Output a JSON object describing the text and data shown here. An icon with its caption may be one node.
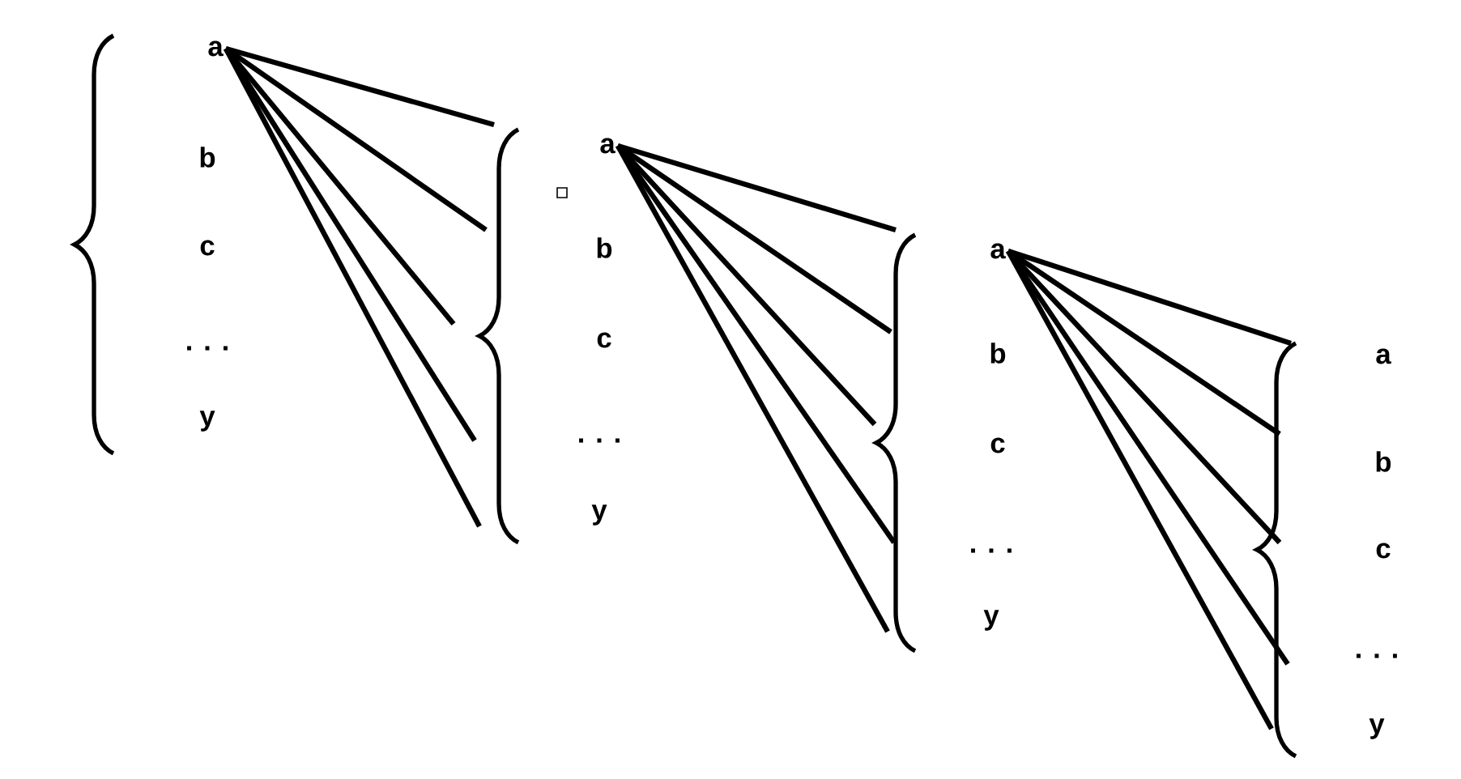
{
  "diagram": {
    "nodes": [
      {
        "text": [
          "a"
        ]
      },
      {
        "text": [
          "a"
        ]
      },
      {
        "text": [
          "a"
        ]
      },
      {
        "text": [],
        "shape": "brace"
      },
      {
        "text": [],
        "shape": "brace"
      },
      {
        "text": [],
        "shape": "brace"
      },
      {
        "text": [],
        "shape": "brace"
      }
    ],
    "edges": [
      {
        "from": 0,
        "to": 4,
        "arrow": "none"
      },
      {
        "from": 0,
        "to": 4,
        "arrow": "none"
      },
      {
        "from": 0,
        "to": 4,
        "arrow": "none"
      },
      {
        "from": 0,
        "to": 4,
        "arrow": "none"
      },
      {
        "from": 0,
        "to": 4,
        "arrow": "none"
      },
      {
        "from": 1,
        "to": 5,
        "arrow": "none"
      },
      {
        "from": 1,
        "to": 5,
        "arrow": "none"
      },
      {
        "from": 1,
        "to": 5,
        "arrow": "none"
      },
      {
        "from": 1,
        "to": 5,
        "arrow": "none"
      },
      {
        "from": 1,
        "to": 5,
        "arrow": "none"
      },
      {
        "from": 2,
        "to": 6,
        "arrow": "none"
      },
      {
        "from": 2,
        "to": 6,
        "arrow": "none"
      },
      {
        "from": 2,
        "to": 6,
        "arrow": "none"
      },
      {
        "from": 2,
        "to": 6,
        "arrow": "none"
      },
      {
        "from": 2,
        "to": 6,
        "arrow": "none"
      }
    ],
    "labels": [
      "b",
      "c",
      ". . .",
      "y",
      "b",
      "c",
      ". . .",
      "y",
      "b",
      "c",
      ". . .",
      "y",
      "a",
      "b",
      "c",
      ". . .",
      "y"
    ]
  }
}
